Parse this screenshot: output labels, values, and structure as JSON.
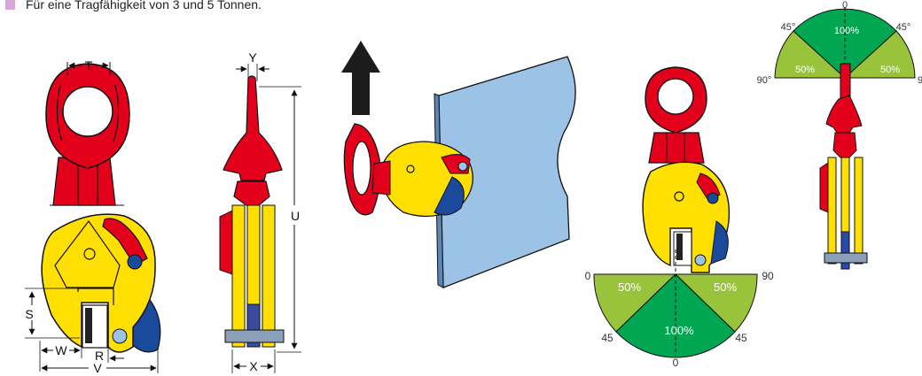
{
  "caption": "Für eine Tragfähigkeit von 3 und 5 Tonnen.",
  "colors": {
    "clamp_red": "#e3001b",
    "body_yellow": "#ffe000",
    "edge_blue": "#1a4a9c",
    "plate_blue": "#9cc3e6",
    "zone_green": "#00a651",
    "zone_lime": "#9ac33c",
    "marker": "#d9a6d9"
  },
  "dimensions": {
    "T": "T",
    "Y": "Y",
    "U": "U",
    "S": "S",
    "W": "W",
    "R": "R",
    "V": "V",
    "X": "X"
  },
  "arrow_icon": "up-arrow-icon",
  "load_diagram_top": {
    "center": "100%",
    "left": "50%",
    "right": "50%",
    "angle_top": "0",
    "angle_left_upper": "45°",
    "angle_right_upper": "45°",
    "angle_left_side": "90°",
    "angle_right_side": "9"
  },
  "load_diagram_bottom": {
    "center": "100%",
    "left": "50%",
    "right": "50%",
    "angle_bottom": "0",
    "angle_left_lower": "45",
    "angle_right_lower": "45",
    "angle_left_side": "0",
    "angle_right_side": "90"
  }
}
